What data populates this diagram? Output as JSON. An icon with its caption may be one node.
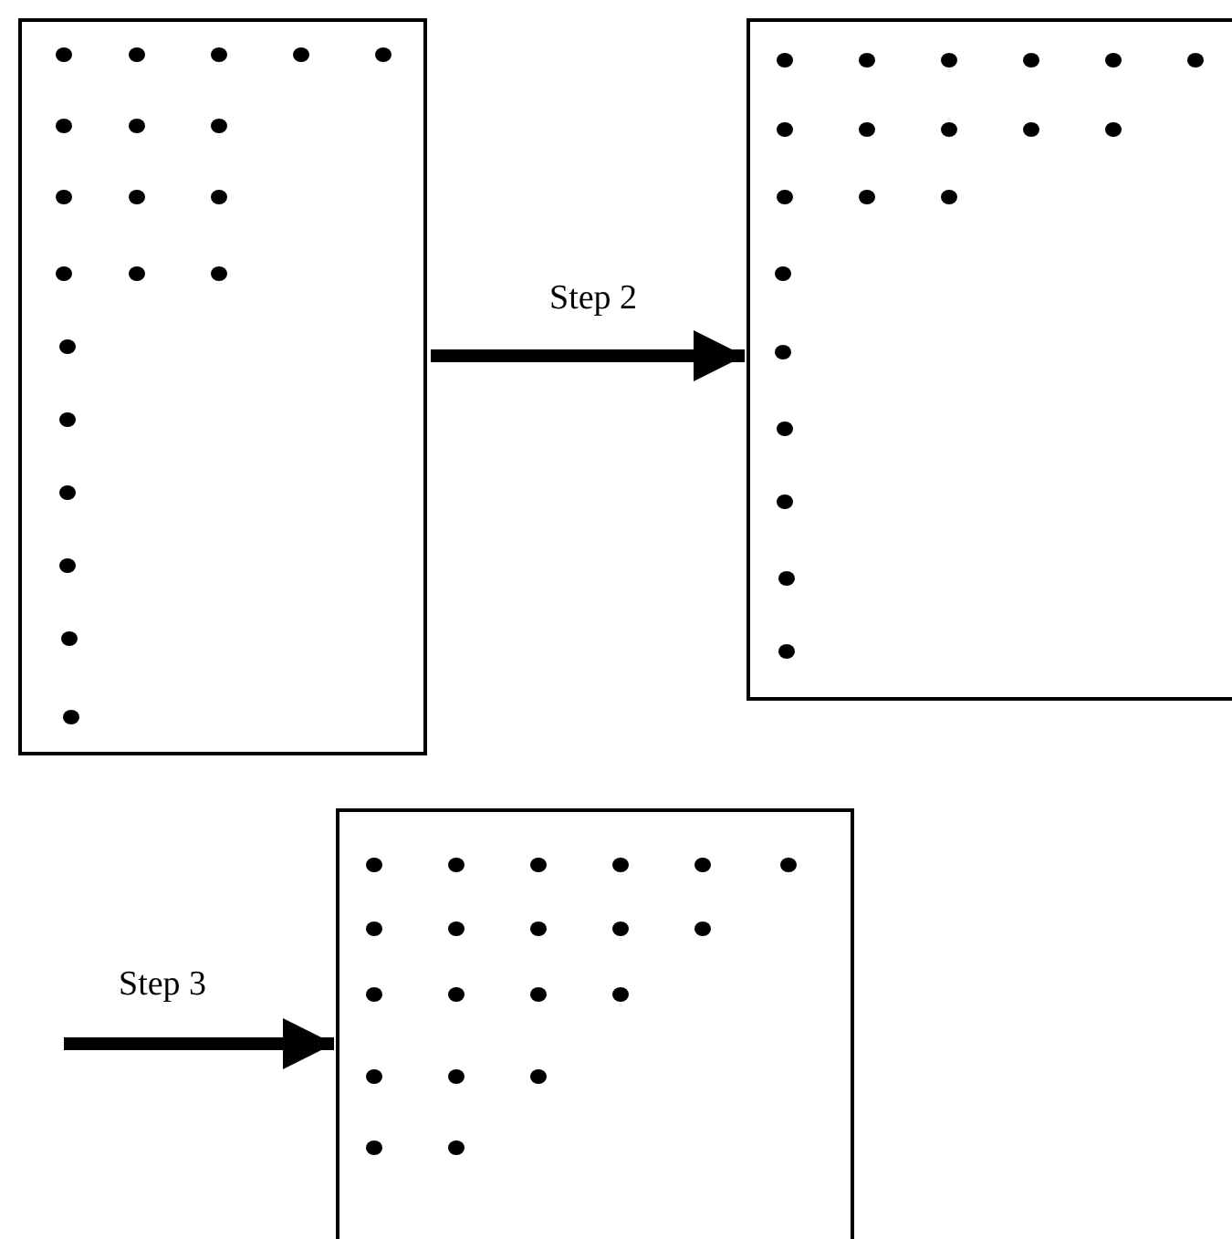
{
  "diagram": {
    "nodes": [
      {
        "text": [],
        "shape": "box"
      },
      {
        "text": [],
        "shape": "box"
      },
      {
        "text": [],
        "shape": "box"
      }
    ],
    "edges": [
      {
        "from": 0,
        "to": 1,
        "arrow": "to",
        "label": "Step 2"
      },
      {
        "from": null,
        "to": 2,
        "arrow": "to",
        "label": "Step 3"
      }
    ]
  }
}
